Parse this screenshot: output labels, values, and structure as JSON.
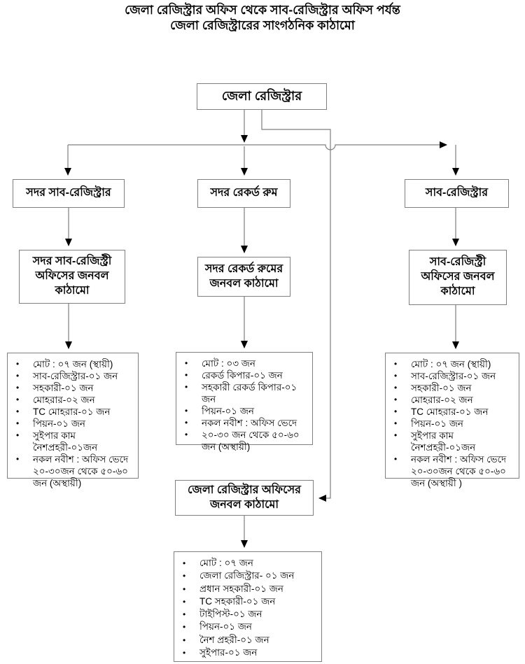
{
  "title": {
    "line1": "জেলা রেজিস্ট্রার অফিস থেকে সাব-রেজিস্ট্রার অফিস পর্যন্ত",
    "line2": "জেলা রেজিস্ট্রারের সাংগঠনিক কাঠামো"
  },
  "bullet_char": "•",
  "nodes": {
    "district_registrar": "জেলা রেজিস্ট্রার",
    "sadar_sub_registrar": "সদর সাব-রেজিস্ট্রার",
    "sadar_record_room": "সদর রেকর্ড রুম",
    "sub_registrar": "সাব-রেজিস্ট্রার",
    "sadar_sub_registry_office_staff": "সদর সাব-রেজিস্ট্রী অফিসের জনবল কাঠামো",
    "sadar_record_room_staff": "সদর রেকর্ড রুমের জনবল কাঠামো",
    "sub_registry_office_staff": "সাব-রেজিস্ট্রী অফিসের জনবল কাঠামো",
    "district_registrar_office_staff": "জেলা রেজিস্ট্রার অফিসের জনবল কাঠামো"
  },
  "lists": {
    "sadar_sub_registry": [
      "মোট : ০৭ জন (স্থায়ী)",
      "সাব-রেজিস্ট্রার-০১ জন",
      "সহকারী-০১ জন",
      "মোহরার-০২ জন",
      "TC মোহরার-০১ জন",
      "পিয়ন-০১ জন",
      "সুইপার কাম নৈশপ্রহরী-০১জন",
      "নকল নবীশ : অফিস ভেদে ২০-৩০জন থেকে ৫০-৬০ জন (অস্থায়ী)"
    ],
    "sadar_record_room": [
      "মোট : ০৩ জন",
      "রেকর্ড কিপার-০১ জন",
      "সহকারী রেকর্ড কিপার-০১ জন",
      "পিয়ন-০১ জন",
      "নকল নবীশ : অফিস ভেদে",
      "২০-৩০ জন থেকে ৫০-৬০ জন (অস্থায়ী)"
    ],
    "sub_registry": [
      "মোট : ০৭ জন (স্থায়ী)",
      "সাব-রেজিস্ট্রার-০১ জন",
      "সহকারী-০১ জন",
      "মোহরার-০২ জন",
      "TC মোহরার-০১ জন",
      "পিয়ন-০১ জন",
      "সুইপার কাম নৈশপ্রহরী-০১জন",
      "নকল নবীশ : অফিস ভেদে ২০-৩০জন থেকে ৫০-৬০ জন (অস্থায়ী )"
    ],
    "district_registrar_office": [
      "মোট : ০৭ জন",
      "জেলা রেজিস্ট্রার- ০১ জন",
      "প্রধান সহকারী-০১ জন",
      "TC সহকারী-০১ জন",
      "টাইপিস্ট-০১ জন",
      "পিয়ন-০১ জন",
      "নৈশ প্রহরী-০১ জন",
      "সুইপার-০১ জন"
    ]
  },
  "colors": {
    "background": "#ffffff",
    "text": "#000000",
    "border": "#7f7f7f",
    "line": "#7f7f7f",
    "arrow": "#000000"
  }
}
